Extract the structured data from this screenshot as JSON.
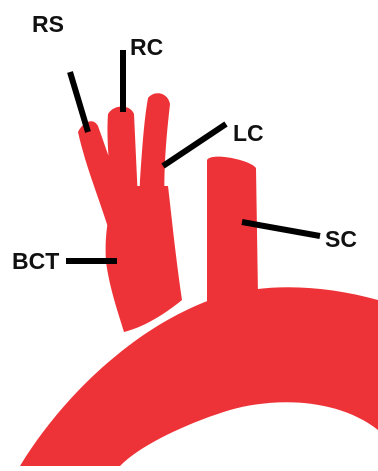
{
  "colors": {
    "vessel": "#ee3338",
    "leader_lines": "#000000",
    "label_text": "#111111",
    "background": "#ffffff"
  },
  "labels": {
    "rs": "RS",
    "rc": "RC",
    "lc": "LC",
    "sc": "SC",
    "bct": "BCT"
  }
}
